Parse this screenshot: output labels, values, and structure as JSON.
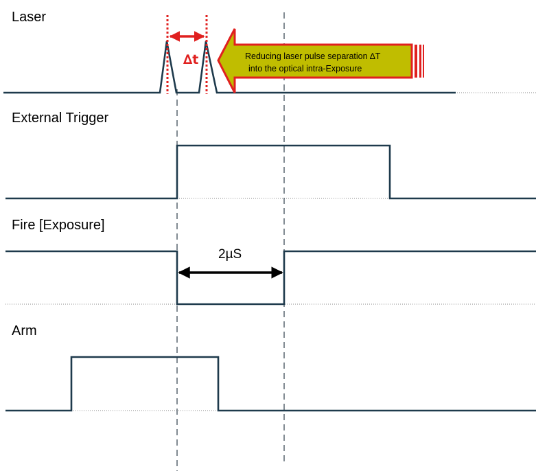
{
  "signals": {
    "laser": "Laser",
    "external_trigger": "External Trigger",
    "fire_exposure": "Fire [Exposure]",
    "arm": "Arm"
  },
  "callout": {
    "line1": "Reducing laser pulse separation ∆T",
    "line2": "into the optical intra-Exposure"
  },
  "pulse_separation_label": "∆t",
  "exposure_duration_label": "2µS",
  "colors": {
    "waveform": "#1e3a4c",
    "accent_red": "#e0201f",
    "callout_fill": "#c0bd00",
    "guide_line": "#3d4a56"
  }
}
